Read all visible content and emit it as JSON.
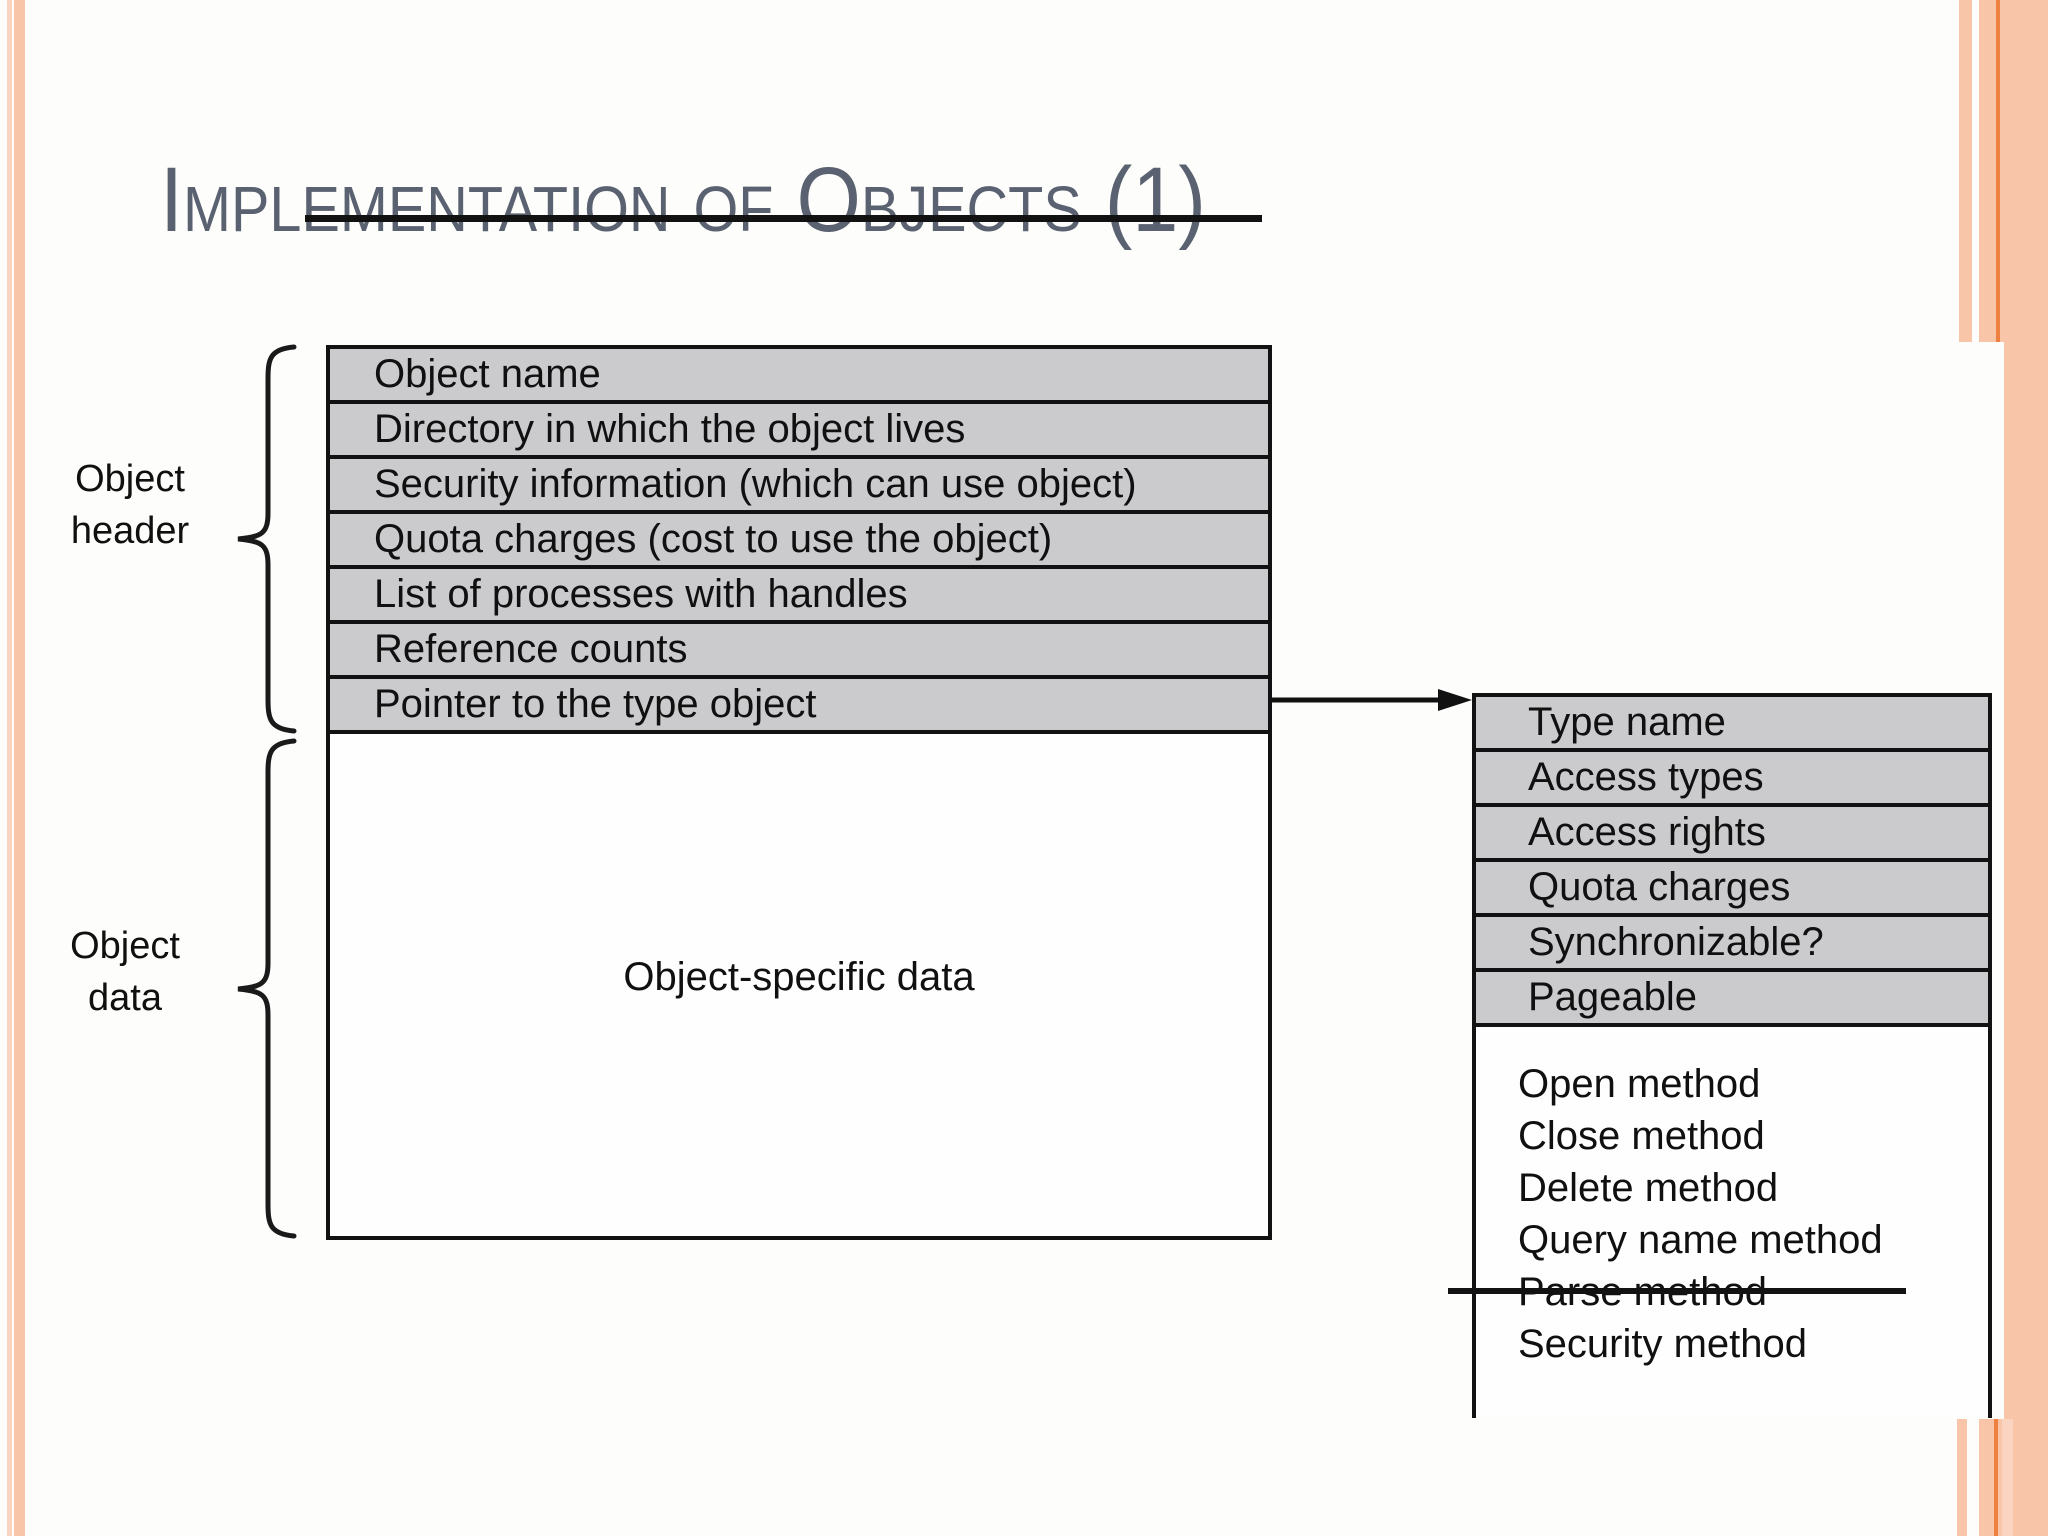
{
  "slide": {
    "title": "Implementation of Objects (1)"
  },
  "diagram": {
    "braces": {
      "header_label": [
        "Object",
        "header"
      ],
      "data_label": [
        "Object",
        "data"
      ]
    },
    "object_table": {
      "rows": [
        "Object name",
        "Directory in which the object lives",
        "Security information (which can use object)",
        "Quota charges (cost to use the object)",
        "List of processes with handles",
        "Reference counts",
        "Pointer to the type object"
      ],
      "body_label": "Object-specific data"
    },
    "type_table": {
      "rows": [
        "Type name",
        "Access types",
        "Access rights",
        "Quota charges",
        "Synchronizable?",
        "Pageable"
      ],
      "methods": [
        "Open method",
        "Close method",
        "Delete method",
        "Query name method",
        "Parse method",
        "Security method"
      ],
      "struck_method": "Parse method"
    }
  },
  "colors": {
    "bg": "#fdfdfb",
    "title-gray": "#5a6170",
    "row-gray": "#cbcbce",
    "line-black": "#121212",
    "accent-salmon": "#f9c5a9",
    "accent-salmon-light": "#fbd4c1",
    "accent-orange": "#ee8040"
  }
}
